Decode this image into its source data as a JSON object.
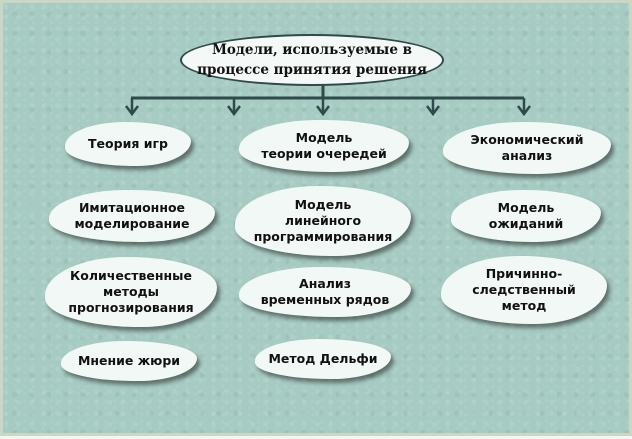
{
  "title": "Модели, используемые в\nпроцессе принятия решения",
  "columns": [
    [
      "Теория игр",
      "Имитационное\nмоделирование",
      "Количественные\nметоды\nпрогнозирования",
      "Мнение жюри"
    ],
    [
      "Модель\nтеории очередей",
      "Модель\nлинейного\nпрограммирования",
      "Анализ\nвременных рядов",
      "Метод Дельфи"
    ],
    [
      "Экономический\nанализ",
      "Модель\nожиданий",
      "Причинно-\nследственный\nметод"
    ]
  ],
  "colors": {
    "background": "#a6cbc2",
    "bubble": "#f2f8f5",
    "connector": "#2f4a4a"
  }
}
